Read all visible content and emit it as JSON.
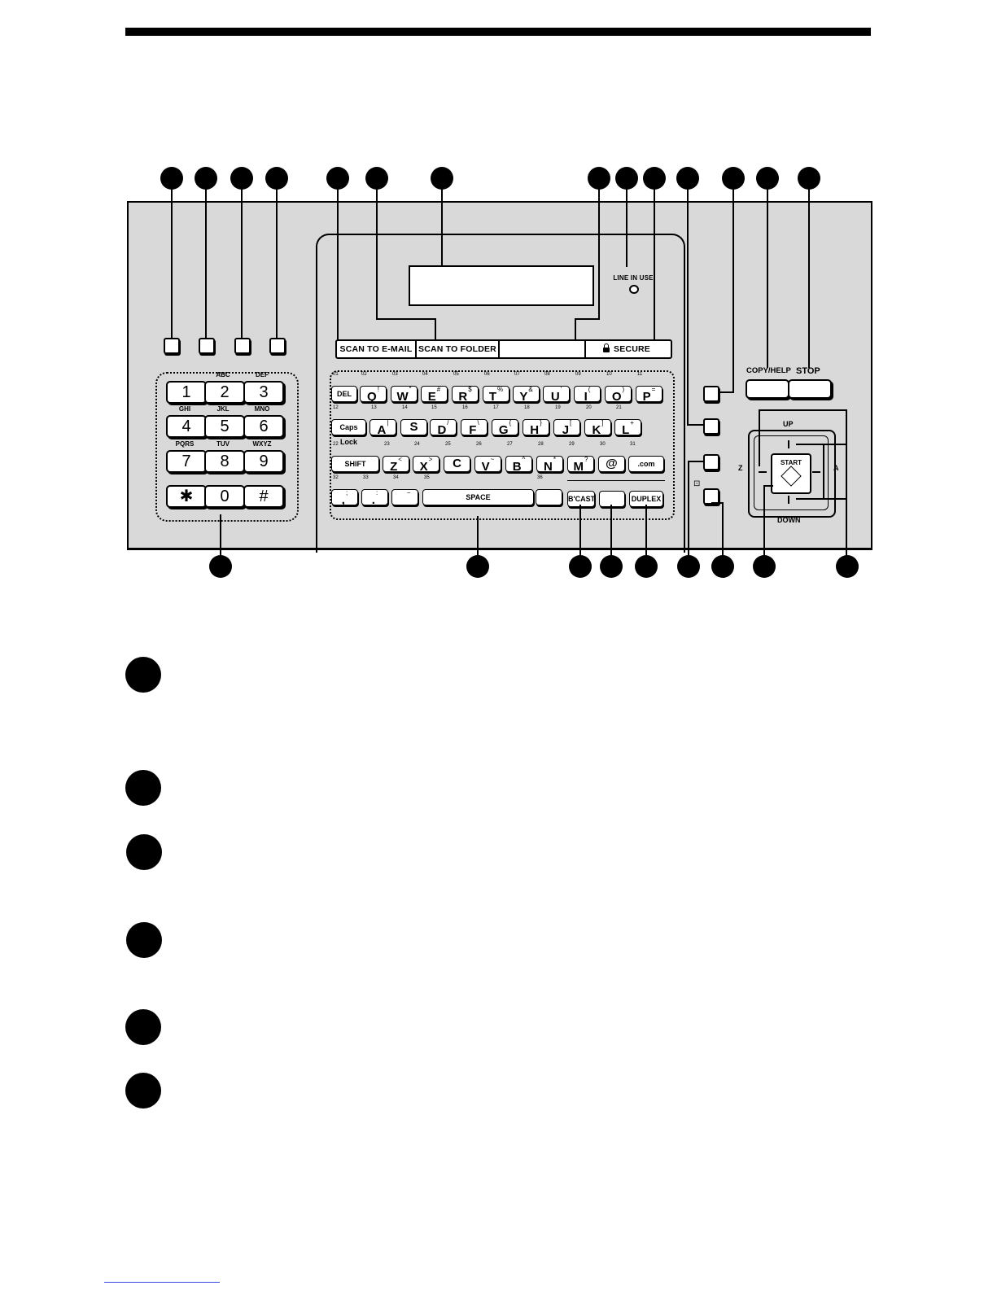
{
  "panel": {
    "display_strip": {
      "scan_to_email": "SCAN TO E-MAIL",
      "scan_to_folder": "SCAN TO FOLDER",
      "blank": "",
      "secure": "SECURE"
    },
    "line_in_use": "LINE IN USE",
    "copy_help": "COPY/HELP",
    "stop": "STOP",
    "nav": {
      "up": "UP",
      "down": "DOWN",
      "left": "Z",
      "right": "A",
      "start": "START"
    },
    "dial_keys": [
      {
        "digit": "1",
        "letters": ""
      },
      {
        "digit": "2",
        "letters": "ABC"
      },
      {
        "digit": "3",
        "letters": "DEF"
      },
      {
        "digit": "4",
        "letters": "GHI"
      },
      {
        "digit": "5",
        "letters": "JKL"
      },
      {
        "digit": "6",
        "letters": "MNO"
      },
      {
        "digit": "7",
        "letters": "PQRS"
      },
      {
        "digit": "8",
        "letters": "TUV"
      },
      {
        "digit": "9",
        "letters": "WXYZ"
      },
      {
        "digit": "✱",
        "letters": ""
      },
      {
        "digit": "0",
        "letters": ""
      },
      {
        "digit": "#",
        "letters": ""
      }
    ],
    "keyboard": {
      "row1": [
        {
          "num": "01",
          "label": "DEL",
          "sup": ""
        },
        {
          "num": "02",
          "label": "Q",
          "sup": "!"
        },
        {
          "num": "03",
          "label": "W",
          "sup": "\""
        },
        {
          "num": "04",
          "label": "E",
          "sup": "#"
        },
        {
          "num": "05",
          "label": "R",
          "sup": "$"
        },
        {
          "num": "06",
          "label": "T",
          "sup": "%"
        },
        {
          "num": "07",
          "label": "Y",
          "sup": "&"
        },
        {
          "num": "08",
          "label": "U",
          "sup": "'"
        },
        {
          "num": "09",
          "label": "I",
          "sup": "("
        },
        {
          "num": "10",
          "label": "O",
          "sup": ")"
        },
        {
          "num": "11",
          "label": "P",
          "sup": "="
        }
      ],
      "row2": [
        {
          "num": "12",
          "label": "Caps Lock",
          "sup": ""
        },
        {
          "num": "13",
          "label": "A",
          "sup": "|"
        },
        {
          "num": "14",
          "label": "S",
          "sup": ""
        },
        {
          "num": "15",
          "label": "D",
          "sup": "/"
        },
        {
          "num": "16",
          "label": "F",
          "sup": "\\"
        },
        {
          "num": "17",
          "label": "G",
          "sup": "{"
        },
        {
          "num": "18",
          "label": "H",
          "sup": "}"
        },
        {
          "num": "19",
          "label": "J",
          "sup": "["
        },
        {
          "num": "20",
          "label": "K",
          "sup": "]"
        },
        {
          "num": "21",
          "label": "L",
          "sup": "+"
        }
      ],
      "row3": [
        {
          "num": "22",
          "label": "SHIFT",
          "sup": ""
        },
        {
          "num": "23",
          "label": "Z",
          "sup": "<"
        },
        {
          "num": "24",
          "label": "X",
          "sup": ">"
        },
        {
          "num": "25",
          "label": "C",
          "sup": ""
        },
        {
          "num": "26",
          "label": "V",
          "sup": "~"
        },
        {
          "num": "27",
          "label": "B",
          "sup": "^"
        },
        {
          "num": "28",
          "label": "N",
          "sup": "*"
        },
        {
          "num": "29",
          "label": "M",
          "sup": "?"
        },
        {
          "num": "30",
          "label": "@",
          "sup": ""
        },
        {
          "num": "31",
          "label": ".com",
          "sup": ""
        }
      ],
      "row4": [
        {
          "num": "32",
          "label": ",",
          "sup": ";"
        },
        {
          "num": "33",
          "label": ".",
          "sup": ":"
        },
        {
          "num": "34",
          "label": "_",
          "sup": "−"
        },
        {
          "num": "35",
          "label": "SPACE",
          "sup": ""
        },
        {
          "num": "36",
          "label": "",
          "sup": ""
        }
      ]
    },
    "function_keys": {
      "bcast": "B'CAST",
      "blank": "",
      "duplex": "DUPLEX"
    }
  }
}
